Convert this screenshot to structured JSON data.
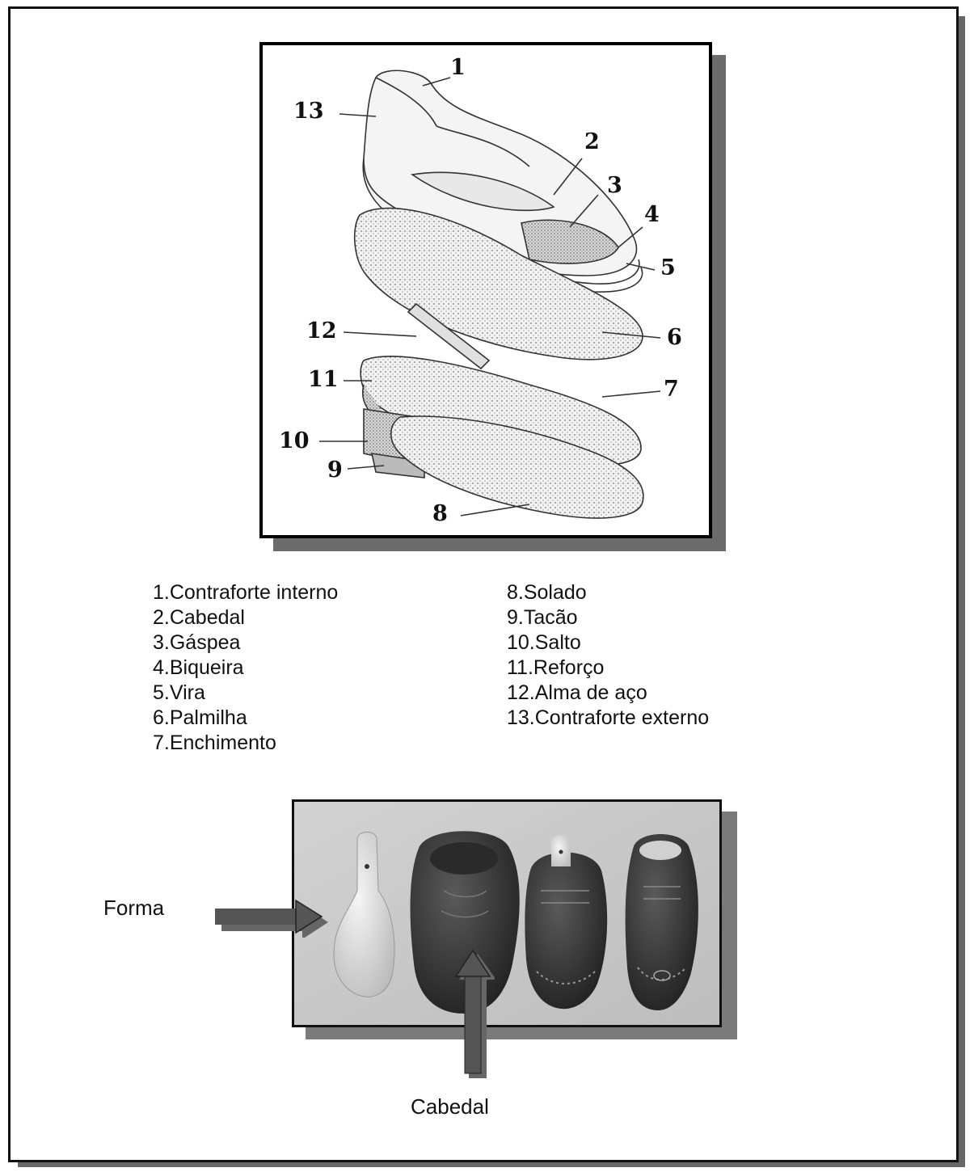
{
  "diagram": {
    "callouts": [
      "1",
      "2",
      "3",
      "4",
      "5",
      "6",
      "7",
      "8",
      "9",
      "10",
      "11",
      "12",
      "13"
    ]
  },
  "legend": {
    "left": [
      "1.Contraforte interno",
      "2.Cabedal",
      "3.Gáspea",
      "4.Biqueira",
      "5.Vira",
      "6.Palmilha",
      "7.Enchimento"
    ],
    "right": [
      "8.Solado",
      "9.Tacão",
      "10.Salto",
      "11.Reforço",
      "12.Alma de aço",
      "13.Contraforte externo"
    ]
  },
  "photo": {
    "forma_label": "Forma",
    "cabedal_label": "Cabedal"
  }
}
